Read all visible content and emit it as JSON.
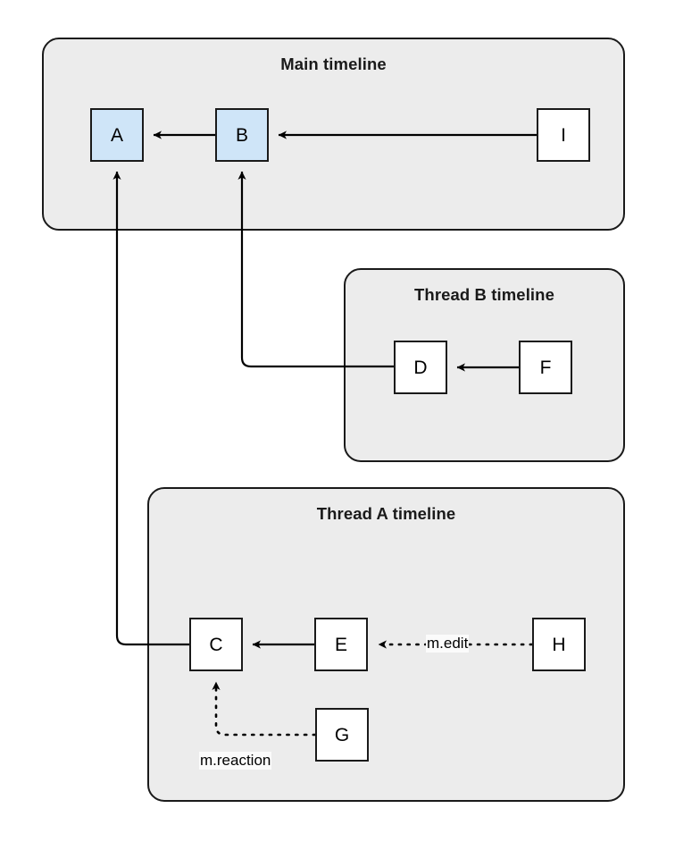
{
  "diagram": {
    "title_main": "Main timeline",
    "title_thread_b": "Thread B timeline",
    "title_thread_a": "Thread A timeline",
    "colors": {
      "group_fill": "#ececec",
      "group_stroke": "#1a1a1a",
      "node_fill": "#ffffff",
      "node_highlight_fill": "#cfe5f8",
      "node_stroke": "#1a1a1a",
      "edge_stroke": "#000000",
      "label_bg": "#fbfbfb"
    },
    "groups": [
      {
        "id": "main",
        "label": "Main timeline"
      },
      {
        "id": "thread_b",
        "label": "Thread B timeline"
      },
      {
        "id": "thread_a",
        "label": "Thread A timeline"
      }
    ],
    "nodes": [
      {
        "id": "A",
        "label": "A",
        "group": "main",
        "highlighted": true
      },
      {
        "id": "B",
        "label": "B",
        "group": "main",
        "highlighted": true
      },
      {
        "id": "I",
        "label": "I",
        "group": "main",
        "highlighted": false
      },
      {
        "id": "D",
        "label": "D",
        "group": "thread_b",
        "highlighted": false
      },
      {
        "id": "F",
        "label": "F",
        "group": "thread_b",
        "highlighted": false
      },
      {
        "id": "C",
        "label": "C",
        "group": "thread_a",
        "highlighted": false
      },
      {
        "id": "E",
        "label": "E",
        "group": "thread_a",
        "highlighted": false
      },
      {
        "id": "G",
        "label": "G",
        "group": "thread_a",
        "highlighted": false
      },
      {
        "id": "H",
        "label": "H",
        "group": "thread_a",
        "highlighted": false
      }
    ],
    "edges": [
      {
        "from": "B",
        "to": "A",
        "style": "solid",
        "label": ""
      },
      {
        "from": "I",
        "to": "B",
        "style": "solid",
        "label": ""
      },
      {
        "from": "F",
        "to": "D",
        "style": "solid",
        "label": ""
      },
      {
        "from": "D",
        "to": "B",
        "style": "solid",
        "label": ""
      },
      {
        "from": "E",
        "to": "C",
        "style": "solid",
        "label": ""
      },
      {
        "from": "C",
        "to": "A",
        "style": "solid",
        "label": ""
      },
      {
        "from": "H",
        "to": "E",
        "style": "dotted",
        "label": "m.edit"
      },
      {
        "from": "G",
        "to": "C",
        "style": "dotted",
        "label": "m.reaction"
      }
    ],
    "edge_labels": {
      "m_edit": "m.edit",
      "m_reaction": "m.reaction"
    }
  }
}
